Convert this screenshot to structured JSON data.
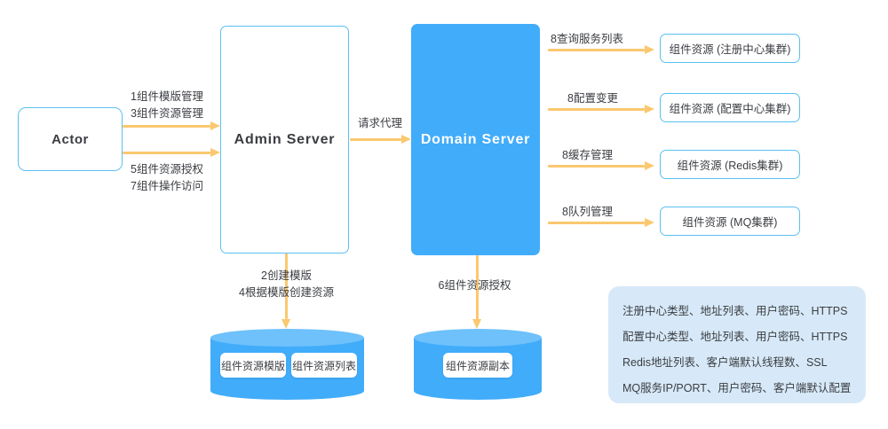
{
  "diagram": {
    "title": "Component resource management architecture",
    "colors": {
      "accent_blue": "#41acfa",
      "border_blue": "#5bc0f2",
      "arrow_amber": "#fbc86f",
      "panel_blue": "#d7e9f8",
      "cylinder_top": "#6ec1fb",
      "text_dark": "#3b3d42",
      "background": "#ffffff"
    },
    "nodes": {
      "actor": "Actor",
      "admin_server": "Admin Server",
      "domain_server": "Domain Server"
    },
    "edges": {
      "actor_to_admin_top": [
        "1组件模版管理",
        "3组件资源管理"
      ],
      "actor_to_admin_bottom": [
        "5组件资源授权",
        "7组件操作访问"
      ],
      "admin_to_domain": "请求代理",
      "admin_to_db": [
        "2创建模版",
        "4根据模版创建资源"
      ],
      "domain_to_db": "6组件资源授权"
    },
    "resource_rows": [
      {
        "label": "8查询服务列表",
        "box": "组件资源 (注册中心集群)"
      },
      {
        "label": "8配置变更",
        "box": "组件资源 (配置中心集群)"
      },
      {
        "label": "8缓存管理",
        "box": "组件资源 (Redis集群)"
      },
      {
        "label": "8队列管理",
        "box": "组件资源 (MQ集群)"
      }
    ],
    "databases": {
      "admin_db_chips": [
        "组件资源模版",
        "组件资源列表"
      ],
      "domain_db_chips": [
        "组件资源副本"
      ]
    },
    "info_panel": {
      "lines": [
        "注册中心类型、地址列表、用户密码、HTTPS",
        "配置中心类型、地址列表、用户密码、HTTPS",
        "Redis地址列表、客户端默认线程数、SSL",
        "MQ服务IP/PORT、用户密码、客户端默认配置"
      ]
    }
  }
}
